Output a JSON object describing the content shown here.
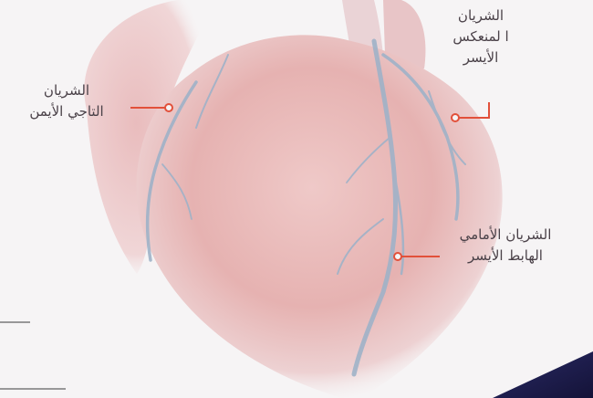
{
  "labels": {
    "left_circumflex": [
      "الشريان",
      "ا لمنعكس",
      "الأيسر"
    ],
    "right_coronary": [
      "الشريان",
      "التاجي الأيمن"
    ],
    "left_anterior_descending": [
      "الشريان الأمامي",
      "الهابط الأيسر"
    ]
  },
  "colors": {
    "background": "#f6f4f5",
    "heart": "#e7b6b6",
    "vessel": "#9fb2c8",
    "callout": "#e2503a",
    "corner": "#1e1d4f"
  }
}
